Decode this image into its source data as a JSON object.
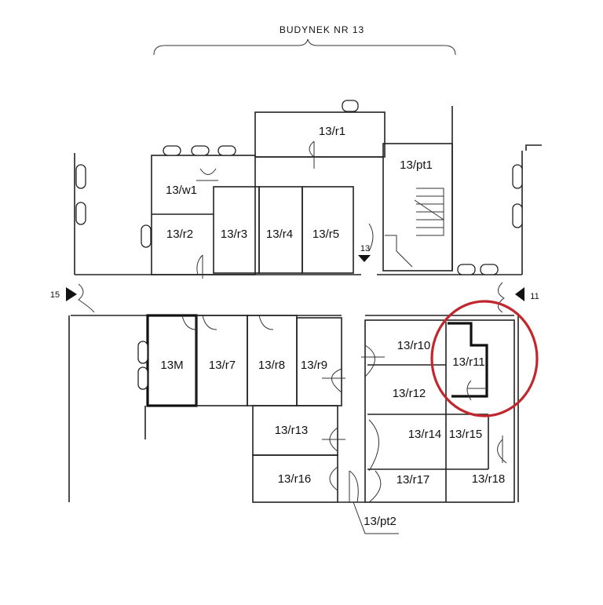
{
  "title": "BUDYNEK NR 13",
  "rooms": {
    "r1": "13/r1",
    "pt1": "13/pt1",
    "w1": "13/w1",
    "r2": "13/r2",
    "r3": "13/r3",
    "r4": "13/r4",
    "r5": "13/r5",
    "m": "13M",
    "r7": "13/r7",
    "r8": "13/r8",
    "r9": "13/r9",
    "r10": "13/r10",
    "r11": "13/r11",
    "r12": "13/r12",
    "r13": "13/r13",
    "r14": "13/r14",
    "r15": "13/r15",
    "r16": "13/r16",
    "r17": "13/r17",
    "r18": "13/r18",
    "pt2": "13/pt2"
  },
  "entrances": {
    "left": "15",
    "center": "13",
    "right": "11"
  },
  "highlight": {
    "room": "13/r11",
    "color": "#c0282d"
  }
}
